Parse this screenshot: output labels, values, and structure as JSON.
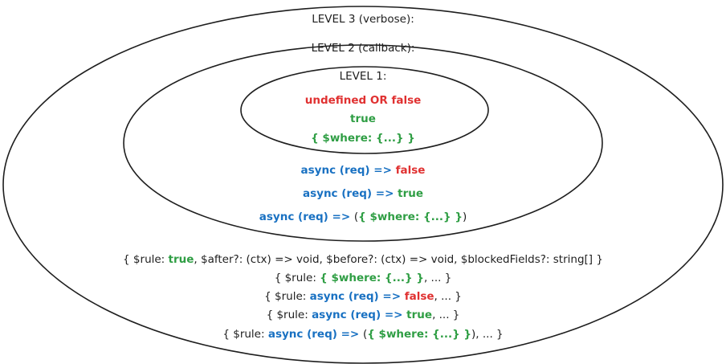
{
  "colors": {
    "blue": "#1971c2",
    "green": "#2f9e44",
    "red": "#e03131",
    "black": "#1e1e1e"
  },
  "level3": {
    "title": "LEVEL 3 (verbose):"
  },
  "level2": {
    "title": "LEVEL 2 (callback):"
  },
  "level1": {
    "title": "LEVEL 1:",
    "line1": {
      "text": "undefined OR false"
    },
    "line2": {
      "text": "true"
    },
    "line3": {
      "text": "{ $where: {...} }"
    }
  },
  "callback_lines": [
    {
      "prefix": "async (req) => ",
      "value": "false",
      "suffix": ""
    },
    {
      "prefix": "async (req) => ",
      "value": "true",
      "suffix": ""
    },
    {
      "prefix": "async (req) => ",
      "open": "(",
      "value": "{ $where: {...} }",
      "close": ")"
    }
  ],
  "verbose_lines": [
    {
      "a": "{ $rule: ",
      "b": "true",
      "c": ", $after?: (ctx) => void, $before?: (ctx) => void, $blockedFields?: string[] }"
    },
    {
      "a": "{ $rule: ",
      "b": "{ $where: {...} }",
      "c": ", ... }"
    },
    {
      "a": "{ $rule: ",
      "b": "async (req) => ",
      "c": "false",
      "d": ", ... }"
    },
    {
      "a": "{ $rule: ",
      "b": "async (req) => ",
      "c": "true",
      "d": ", ... }"
    },
    {
      "a": "{ $rule: ",
      "b": "async (req) => ",
      "c": "(",
      "d": "{ $where: {...} }",
      "e": ")",
      "f": ", ... }"
    }
  ]
}
